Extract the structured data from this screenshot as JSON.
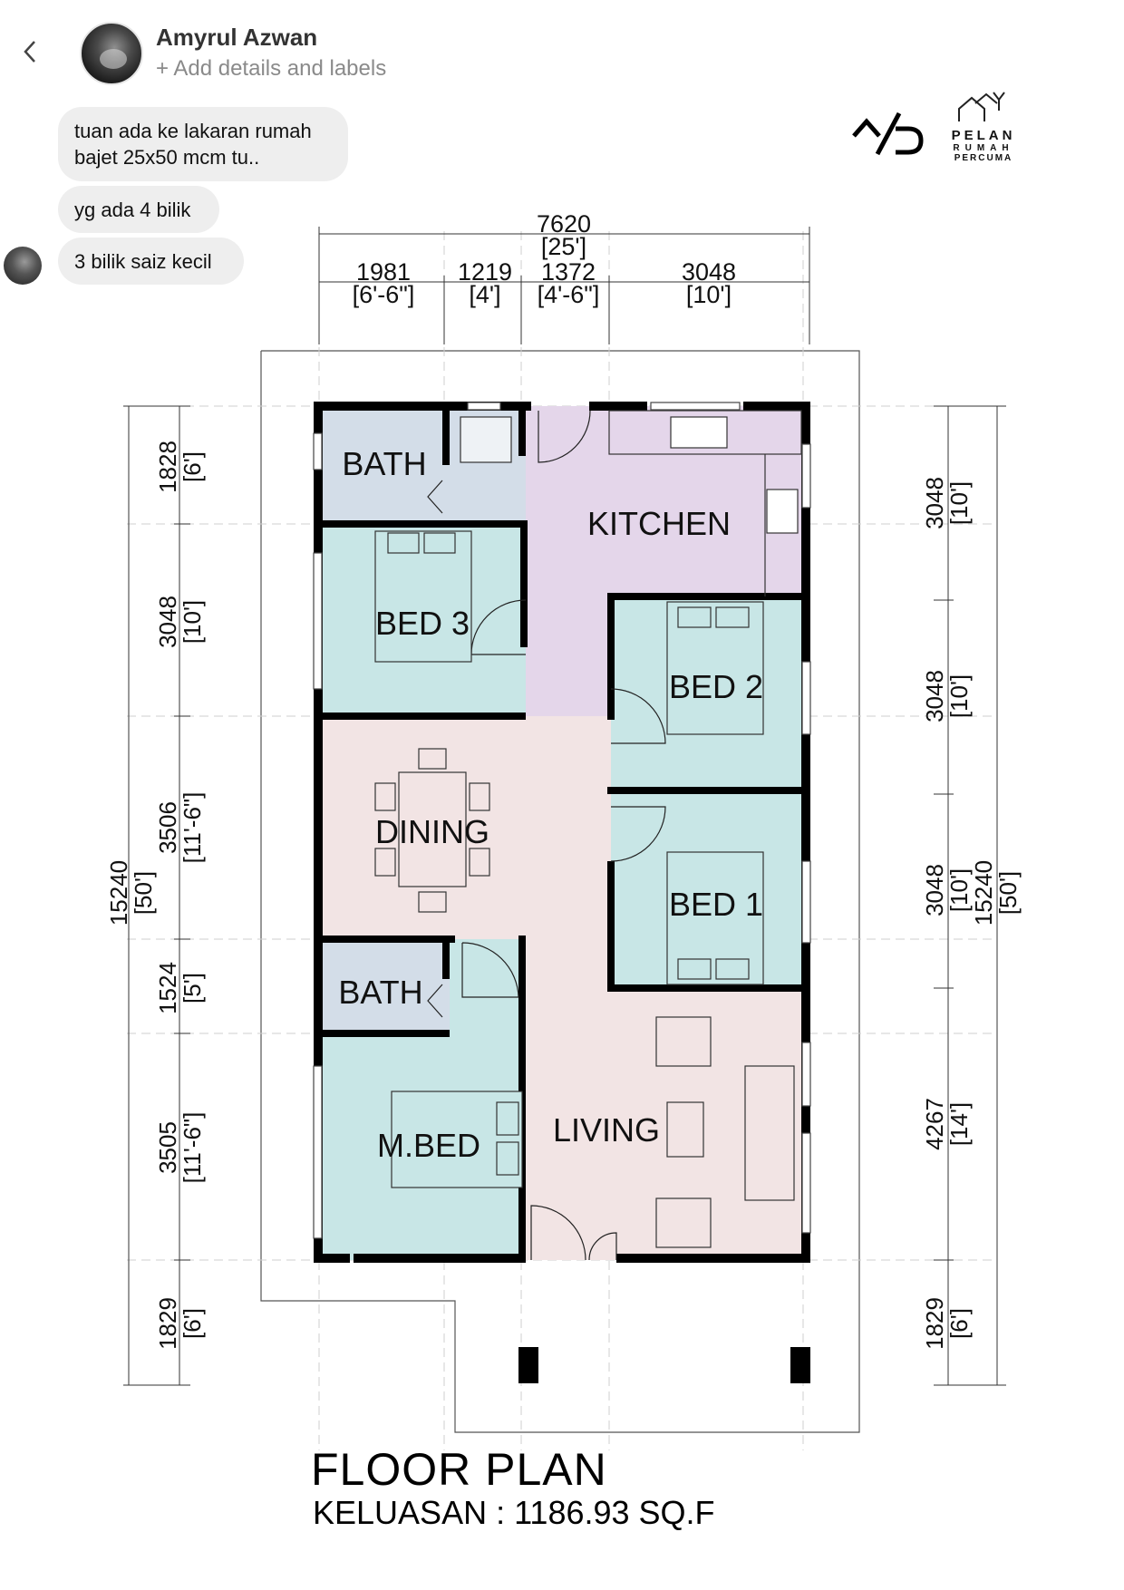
{
  "chat": {
    "contact_name": "Amyrul Azwan",
    "contact_sub": "+ Add details and labels",
    "messages": [
      {
        "line1": "tuan ada ke lakaran rumah",
        "line2": "bajet 25x50 mcm tu.."
      },
      {
        "text": "yg ada 4 bilik"
      },
      {
        "text": "3 bilik saiz kecil"
      }
    ],
    "icons": [
      "chevron-left-icon",
      "avatar",
      "avatar"
    ]
  },
  "logos": {
    "pelan": [
      "PELAN",
      "RUMAH",
      "PERCUMA"
    ]
  },
  "plan": {
    "title": "FLOOR PLAN",
    "area": "KELUASAN : 1186.93 SQ.F",
    "rooms": {
      "bath_top": "BATH",
      "kitchen": "KITCHEN",
      "bed3": "BED 3",
      "bed2": "BED 2",
      "dining": "DINING",
      "bed1": "BED 1",
      "bath_bottom": "BATH",
      "mbed": "M.BED",
      "living": "LIVING"
    },
    "dims_top": {
      "total_mm": "7620",
      "total_ft": "[25']",
      "d1_mm": "1981",
      "d1_ft": "[6'-6\"]",
      "d2_mm": "1219",
      "d2_ft": "[4']",
      "d3_mm": "1372",
      "d3_ft": "[4'-6\"]",
      "d4_mm": "3048",
      "d4_ft": "[10']"
    },
    "dims_left": {
      "total_mm": "15240",
      "total_ft": "[50']",
      "s1_mm": "1828",
      "s1_ft": "[6']",
      "s2_mm": "3048",
      "s2_ft": "[10']",
      "s3_mm": "3506",
      "s3_ft": "[11'-6\"]",
      "s4_mm": "1524",
      "s4_ft": "[5']",
      "s5_mm": "3505",
      "s5_ft": "[11'-6\"]",
      "s6_mm": "1829",
      "s6_ft": "[6']"
    },
    "dims_right": {
      "total_mm": "15240",
      "total_ft": "[50']",
      "s1_mm": "3048",
      "s1_ft": "[10']",
      "s2_mm": "3048",
      "s2_ft": "[10']",
      "s3_mm": "3048",
      "s3_ft": "[10']",
      "s4_mm": "4267",
      "s4_ft": "[14']",
      "s5_mm": "1829",
      "s5_ft": "[6']"
    },
    "colors": {
      "wet": "#d3dde8",
      "kitchen": "#e4d6ea",
      "bedroom": "#c8e6e6",
      "common": "#f2e4e4",
      "wall": "#000000"
    }
  }
}
